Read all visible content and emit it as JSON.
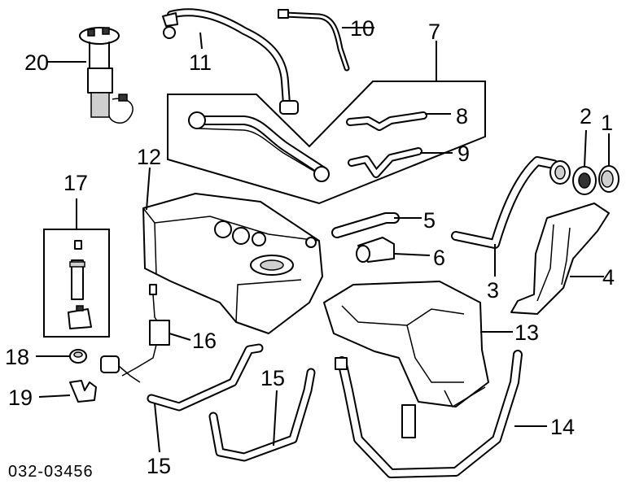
{
  "diagram": {
    "part_labels": {
      "p1": "1",
      "p2": "2",
      "p3": "3",
      "p4": "4",
      "p5": "5",
      "p6": "6",
      "p7": "7",
      "p8": "8",
      "p9": "9",
      "p10": "10",
      "p11": "11",
      "p12": "12",
      "p13": "13",
      "p14": "14",
      "p15a": "15",
      "p15b": "15",
      "p16": "16",
      "p17": "17",
      "p18": "18",
      "p19": "19",
      "p20": "20"
    },
    "drawing_code": "032-03456"
  }
}
